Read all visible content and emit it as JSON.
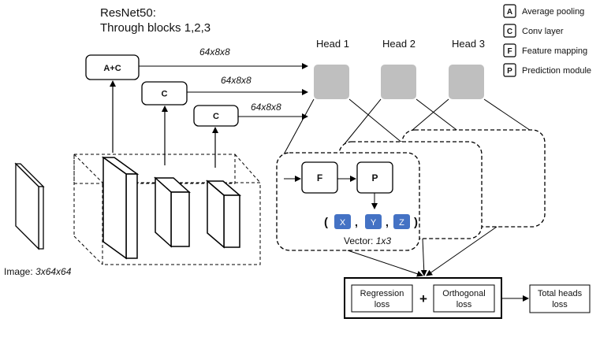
{
  "title": {
    "line1": "ResNet50:",
    "line2": "Through blocks 1,2,3"
  },
  "image_label": {
    "prefix": "Image: ",
    "dims": "3x64x64"
  },
  "blocks": [
    {
      "label": "A+C",
      "output_dims": "64x8x8"
    },
    {
      "label": "C",
      "output_dims": "64x8x8"
    },
    {
      "label": "C",
      "output_dims": "64x8x8"
    }
  ],
  "heads": [
    "Head 1",
    "Head 2",
    "Head 3"
  ],
  "head_module": {
    "feature_label": "F",
    "prediction_label": "P",
    "vector_open": "(",
    "vector_close": ")",
    "separator": ",",
    "components": [
      "X",
      "Y",
      "Z"
    ],
    "vector_label_prefix": "Vector: ",
    "vector_label_dims": "1x3"
  },
  "loss": {
    "regression_line1": "Regression",
    "regression_line2": "loss",
    "plus": "+",
    "orthogonal_line1": "Orthogonal",
    "orthogonal_line2": "loss",
    "total_line1": "Total heads",
    "total_line2": "loss"
  },
  "legend": [
    {
      "key": "A",
      "text": "Average pooling"
    },
    {
      "key": "C",
      "text": "Conv layer"
    },
    {
      "key": "F",
      "text": "Feature mapping"
    },
    {
      "key": "P",
      "text": "Prediction module"
    }
  ],
  "colors": {
    "head_fill": "#bfbfbf",
    "component_fill": "#4472c4",
    "line": "#000000"
  }
}
